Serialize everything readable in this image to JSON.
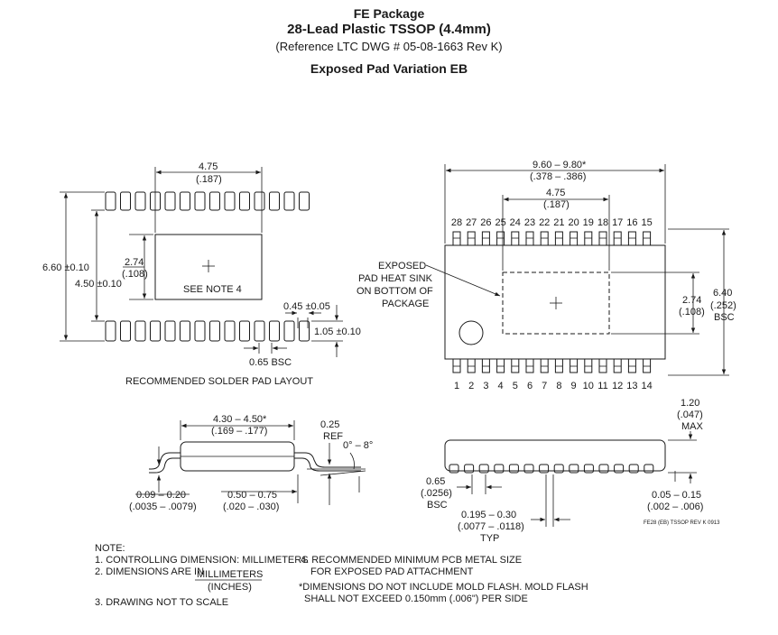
{
  "header": {
    "package_name": "FE Package",
    "package_type": "28-Lead Plastic TSSOP (4.4mm)",
    "reference": "(Reference LTC DWG # 05-08-1663 Rev K)",
    "variation": "Exposed Pad Variation EB"
  },
  "solder_layout": {
    "dim_width_mm": "4.75",
    "dim_width_in": "(.187)",
    "dim_outer_height": "6.60 ±0.10",
    "dim_inner_height": "4.50 ±0.10",
    "dim_pad_mm": "2.74",
    "dim_pad_in": "(.108)",
    "pad_note": "SEE NOTE 4",
    "dim_pad_width": "0.45 ±0.05",
    "dim_pad_length": "1.05 ±0.10",
    "dim_pitch": "0.65 BSC",
    "caption": "RECOMMENDED SOLDER PAD LAYOUT"
  },
  "top_view": {
    "dim_length_mm": "9.60 – 9.80*",
    "dim_length_in": "(.378 – .386)",
    "dim_pad_width_mm": "4.75",
    "dim_pad_width_in": "(.187)",
    "exposed_pad_label": [
      "EXPOSED",
      "PAD HEAT SINK",
      "ON BOTTOM OF",
      "PACKAGE"
    ],
    "dim_pad_height_mm": "2.74",
    "dim_pad_height_in": "(.108)",
    "dim_body_width_mm": "6.40",
    "dim_body_width_in": "(.252)",
    "dim_body_width_bsc": "BSC",
    "top_pins": [
      "28",
      "27",
      "26",
      "25",
      "24",
      "23",
      "22",
      "21",
      "20",
      "19",
      "18",
      "17",
      "16",
      "15"
    ],
    "bottom_pins": [
      "1",
      "2",
      "3",
      "4",
      "5",
      "6",
      "7",
      "8",
      "9",
      "10",
      "11",
      "12",
      "13",
      "14"
    ]
  },
  "side_view_left": {
    "dim_lead_span": "4.30 – 4.50*",
    "dim_lead_span_in": "(.169 – .177)",
    "dim_ref": "0.25",
    "ref_label": "REF",
    "angle": "0° – 8°",
    "dim_thickness": "0.09 – 0.20",
    "dim_thickness_in": "(.0035 – .0079)",
    "dim_foot": "0.50 – 0.75",
    "dim_foot_in": "(.020 – .030)"
  },
  "side_view_right": {
    "dim_height_mm": "1.20",
    "dim_height_in": "(.047)",
    "dim_height_max": "MAX",
    "dim_pitch_mm": "0.65",
    "dim_pitch_in": "(.0256)",
    "dim_pitch_bsc": "BSC",
    "dim_lead_w": "0.195 – 0.30",
    "dim_lead_w_in": "(.0077 – .0118)",
    "dim_lead_w_typ": "TYP",
    "dim_standoff": "0.05 – 0.15",
    "dim_standoff_in": "(.002 – .006)",
    "drawing_code": "FE28 (EB) TSSOP REV K 0913"
  },
  "notes": {
    "heading": "NOTE:",
    "n1": "1. CONTROLLING DIMENSION: MILLIMETERS",
    "n2_prefix": "2. DIMENSIONS ARE IN",
    "n2_unit_top": "MILLIMETERS",
    "n2_unit_bottom": "(INCHES)",
    "n3": "3. DRAWING NOT TO SCALE",
    "n4_line1": "4. RECOMMENDED MINIMUM PCB METAL SIZE",
    "n4_line2": "FOR EXPOSED PAD ATTACHMENT",
    "n5_line1": "*DIMENSIONS DO NOT INCLUDE MOLD FLASH. MOLD FLASH",
    "n5_line2": "SHALL NOT EXCEED 0.150mm (.006\") PER SIDE"
  }
}
